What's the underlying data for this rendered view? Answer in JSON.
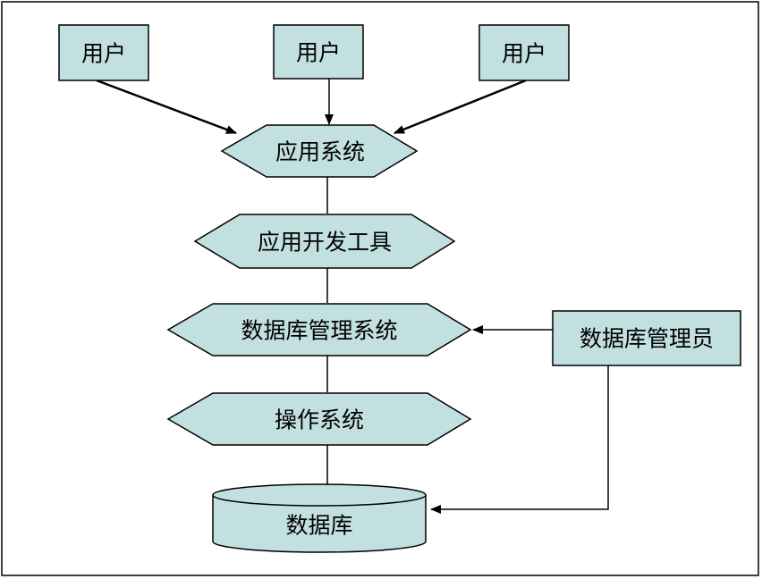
{
  "colors": {
    "node_fill": "#c2e0df",
    "stroke": "#000000",
    "background": "#ffffff"
  },
  "nodes": {
    "user_left": "用户",
    "user_center": "用户",
    "user_right": "用户",
    "application_system": "应用系统",
    "dev_tools": "应用开发工具",
    "dbms": "数据库管理系统",
    "dba": "数据库管理员",
    "os": "操作系统",
    "database": "数据库"
  }
}
